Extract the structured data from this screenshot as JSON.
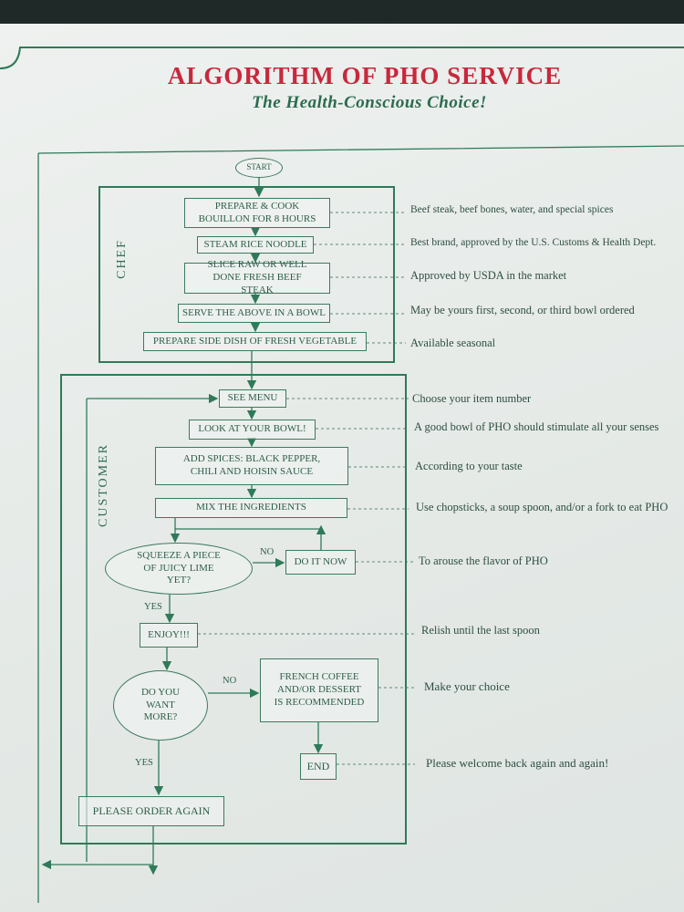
{
  "title": "ALGORITHM OF PHO SERVICE",
  "subtitle": "The Health-Conscious Choice!",
  "sections": {
    "chef": "CHEF",
    "customer": "CUSTOMER"
  },
  "steps": {
    "start": "START",
    "bouillon": "PREPARE & COOK BOUILLON FOR 8 HOURS",
    "noodle": "STEAM RICE NOODLE",
    "slice": "SLICE RAW OR WELL DONE FRESH BEEF STEAK",
    "serve": "SERVE THE ABOVE IN A BOWL",
    "side": "PREPARE SIDE DISH OF FRESH VEGETABLE",
    "menu": "SEE MENU",
    "look": "LOOK AT YOUR BOWL!",
    "spices": "ADD SPICES: BLACK PEPPER, CHILI AND HOISIN SAUCE",
    "mix": "MIX THE INGREDIENTS",
    "lime": "SQUEEZE A PIECE OF JUICY LIME YET?",
    "doit": "DO IT NOW",
    "enjoy": "ENJOY!!!",
    "more": "DO YOU WANT MORE?",
    "coffee": "FRENCH COFFEE AND/OR DESSERT IS RECOMMENDED",
    "end": "END",
    "again": "PLEASE ORDER AGAIN"
  },
  "branch_labels": {
    "lime_no": "NO",
    "lime_yes": "YES",
    "more_no": "NO",
    "more_yes": "YES"
  },
  "notes": {
    "bouillon": "Beef steak, beef bones, water, and special spices",
    "noodle": "Best brand, approved by the U.S. Customs & Health Dept.",
    "slice": "Approved by USDA in the market",
    "serve": "May be yours first, second, or third bowl ordered",
    "side": "Available seasonal",
    "menu": "Choose your item number",
    "look": "A good bowl of PHO should stimulate all your senses",
    "spices": "According to your taste",
    "mix": "Use chopsticks, a soup spoon, and/or a fork to eat PHO",
    "lime": "To arouse the flavor of PHO",
    "enjoy": "Relish until the last spoon",
    "coffee": "Make your choice",
    "end": "Please welcome back again and again!"
  }
}
